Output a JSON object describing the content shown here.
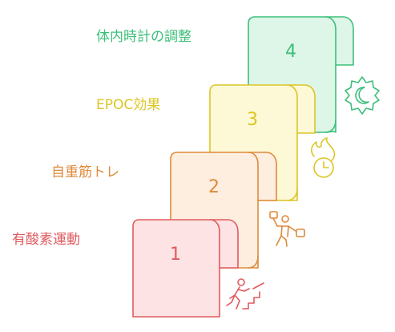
{
  "steps": [
    {
      "number": "1",
      "label": "有酸素運動",
      "color": "#e05a5e",
      "fill": "#fde3e3",
      "icon": "stairs-running-person-icon"
    },
    {
      "number": "2",
      "label": "自重筋トレ",
      "color": "#de8a3c",
      "fill": "#fdeedf",
      "icon": "weightlifting-person-icon"
    },
    {
      "number": "3",
      "label": "EPOC効果",
      "color": "#dcc524",
      "fill": "#fdf8d6",
      "icon": "fire-clock-icon"
    },
    {
      "number": "4",
      "label": "体内時計の調整",
      "color": "#3cbf7a",
      "fill": "#ddf6e8",
      "icon": "moon-sun-icon"
    }
  ]
}
